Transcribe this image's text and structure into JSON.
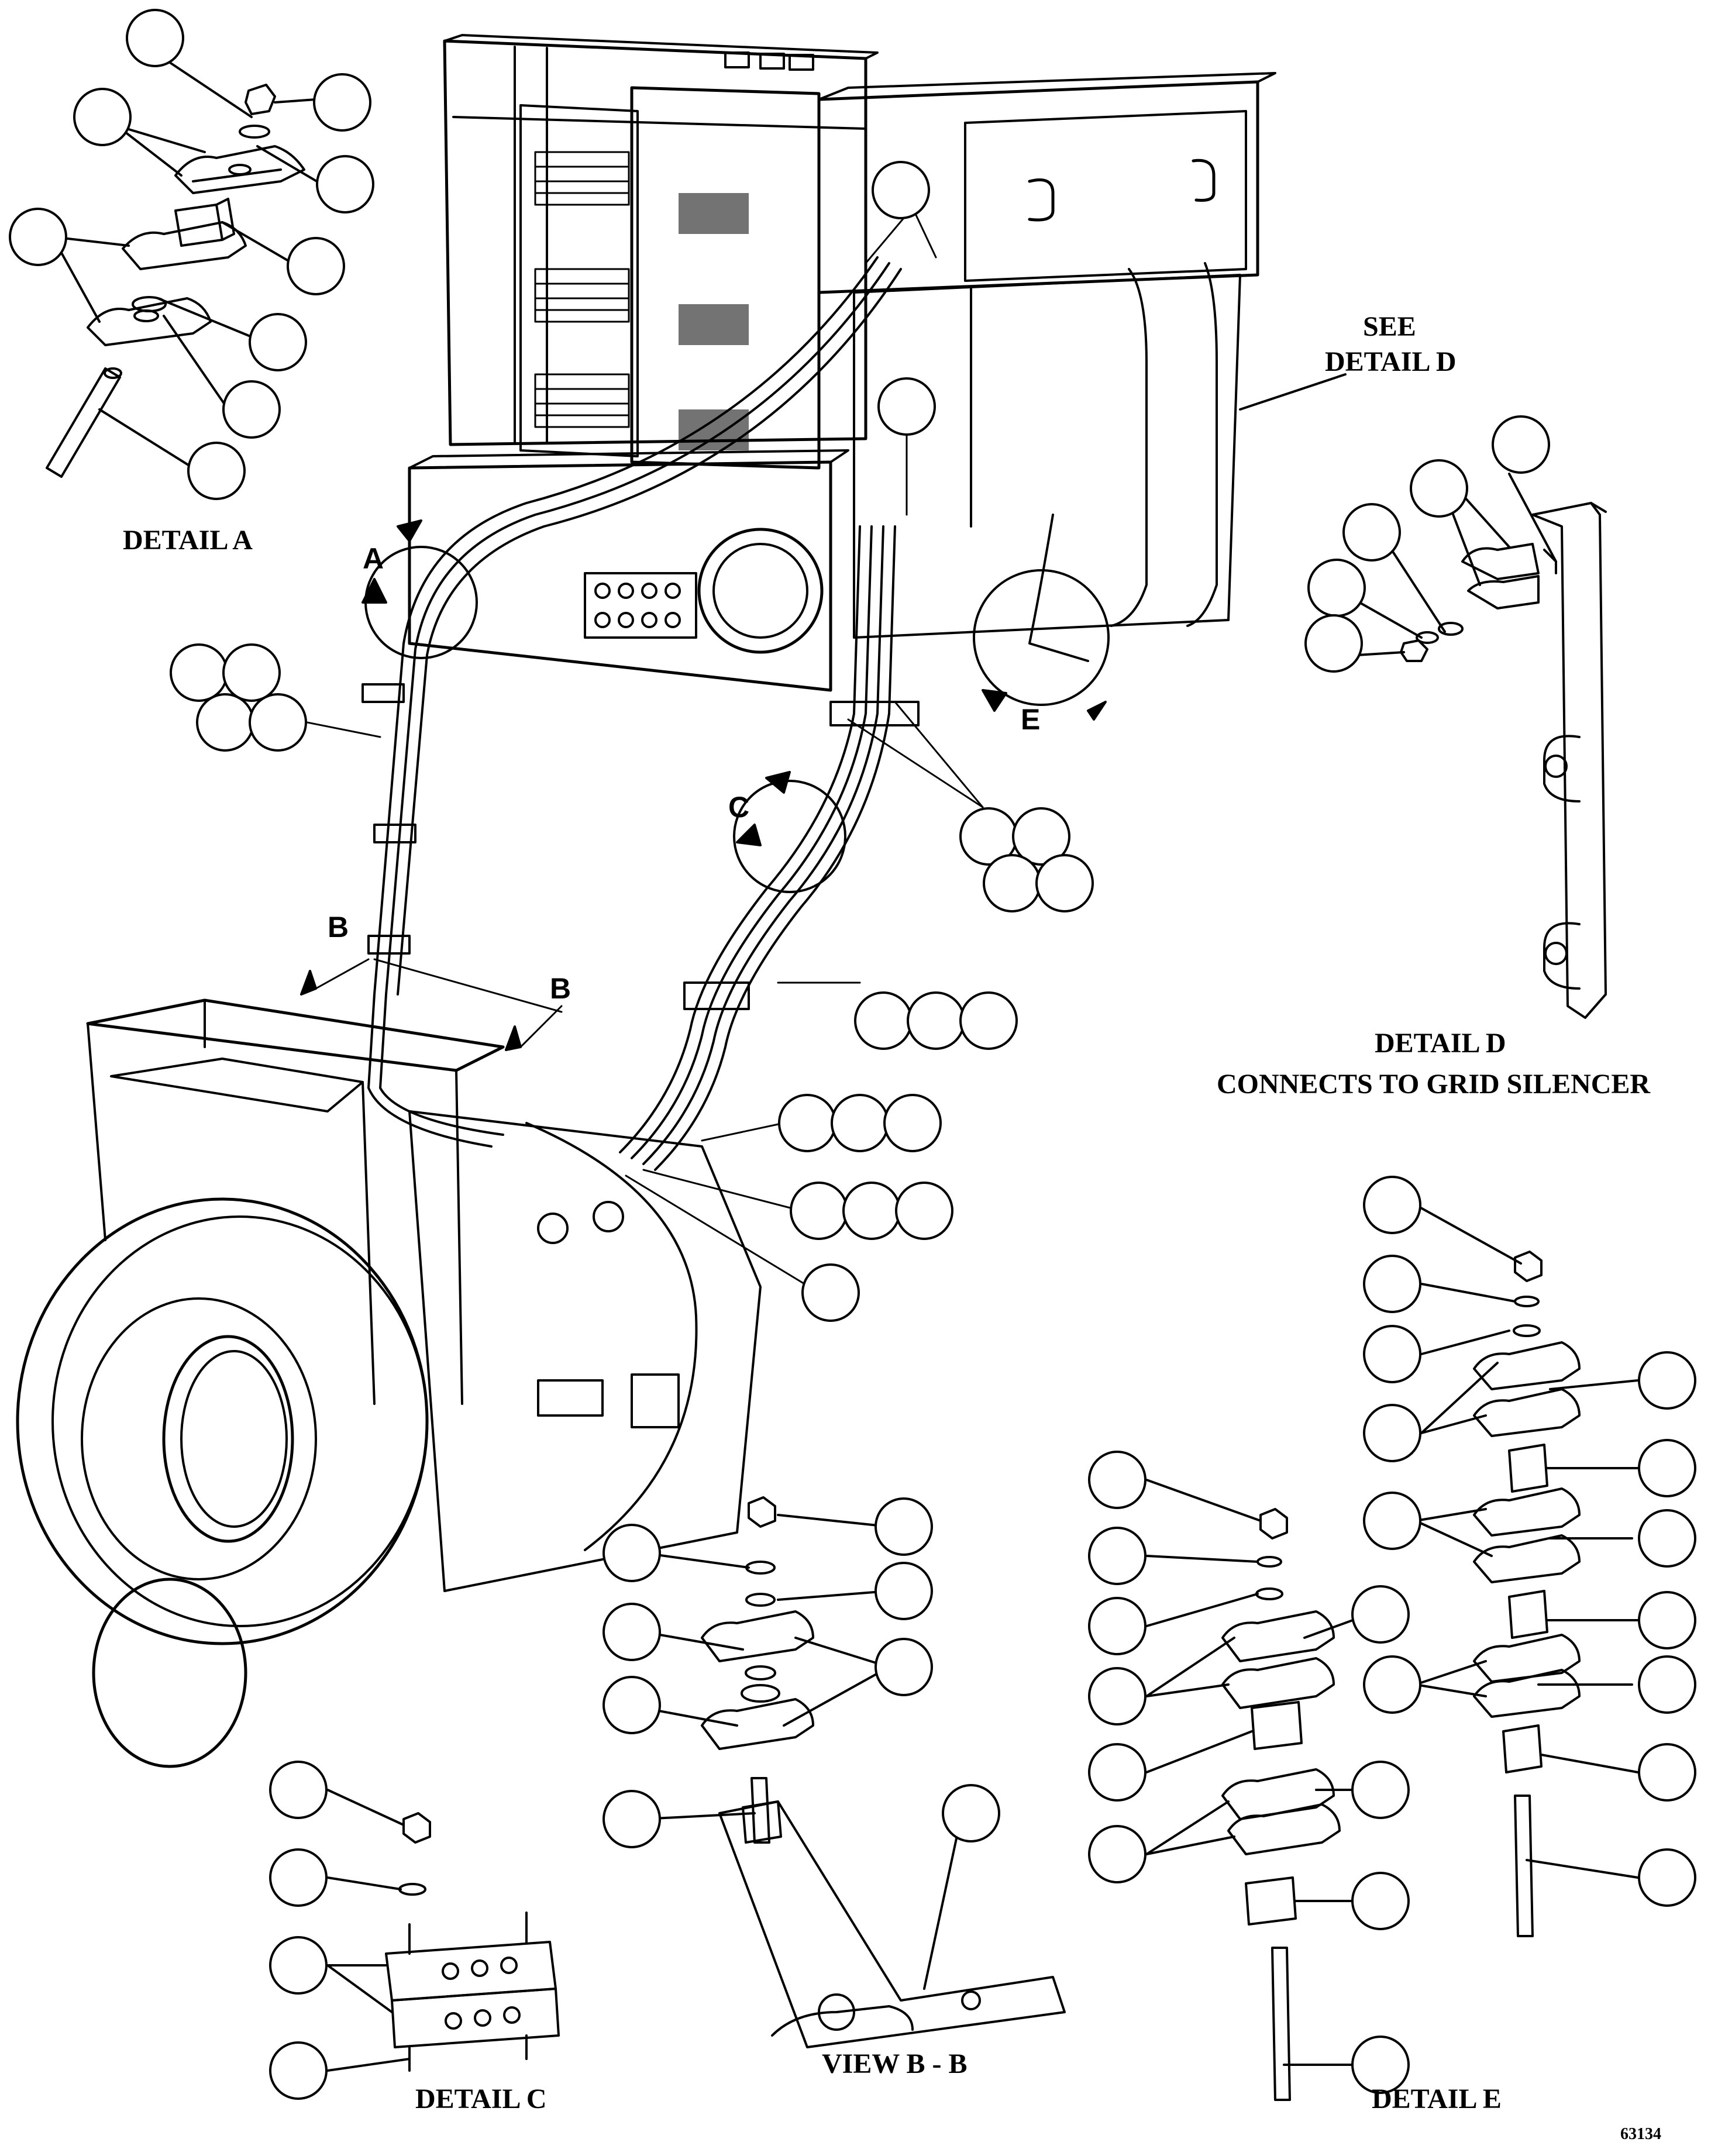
{
  "labels": {
    "detail_a": "DETAIL A",
    "detail_c": "DETAIL C",
    "detail_d": "DETAIL D",
    "detail_d_sub": "CONNECTS TO GRID SILENCER",
    "detail_e": "DETAIL E",
    "view_bb": "VIEW B - B",
    "see": "SEE",
    "see_detail_d": "DETAIL D",
    "figure_number": "63134"
  },
  "view_marks": {
    "a": "A",
    "b_left": "B",
    "b_right": "B",
    "c": "C",
    "e": "E"
  }
}
